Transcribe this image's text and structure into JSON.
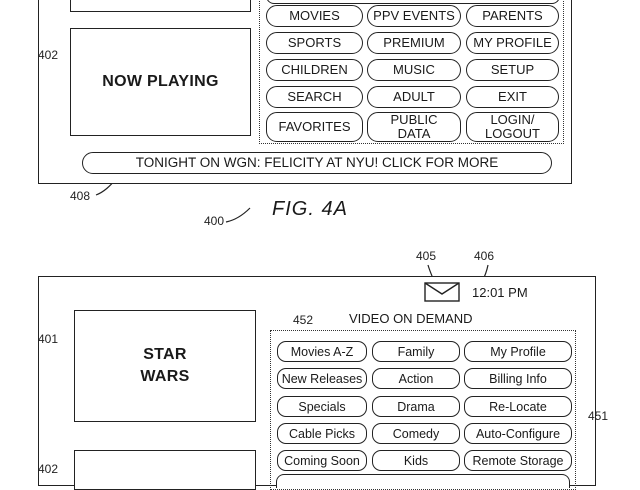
{
  "figure_a": {
    "fig_label": "FIG. 4A",
    "now_playing": "NOW PLAYING",
    "buttons": [
      "MOVIES",
      "PPV EVENTS",
      "PARENTS",
      "SPORTS",
      "PREMIUM",
      "MY PROFILE",
      "CHILDREN",
      "MUSIC",
      "SETUP",
      "SEARCH",
      "ADULT",
      "EXIT",
      "FAVORITES",
      "PUBLIC\nDATA",
      "LOGIN/\nLOGOUT"
    ],
    "ticker": "TONIGHT ON WGN: FELICITY AT NYU! CLICK FOR MORE",
    "refs": {
      "r402": "402",
      "r408": "408",
      "r400": "400"
    }
  },
  "figure_b": {
    "star_wars": "STAR\nWARS",
    "vod_title": "VIDEO ON DEMAND",
    "time": "12:01 PM",
    "buttons": [
      "Movies A-Z",
      "Family",
      "My Profile",
      "New Releases",
      "Action",
      "Billing Info",
      "Specials",
      "Drama",
      "Re-Locate",
      "Cable Picks",
      "Comedy",
      "Auto-Configure",
      "Coming Soon",
      "Kids",
      "Remote Storage"
    ],
    "refs": {
      "r405": "405",
      "r406": "406",
      "r401": "401",
      "r402": "402",
      "r452": "452",
      "r451": "451"
    }
  },
  "icons": {
    "mail": "envelope-icon"
  }
}
